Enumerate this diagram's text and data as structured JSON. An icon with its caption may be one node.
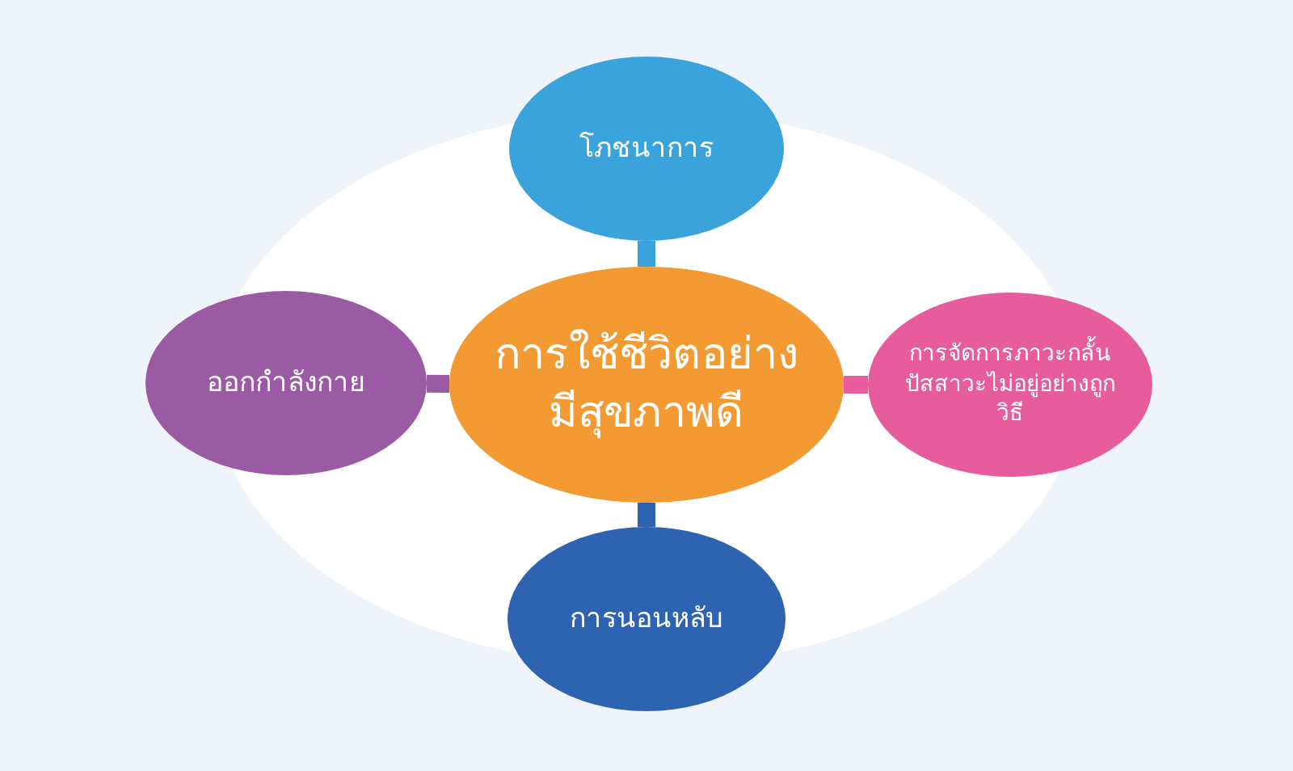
{
  "diagram": {
    "nodes": [
      {
        "text": [
          "การใช้ชีวิตอย่างมีสุขภาพดี"
        ]
      },
      {
        "text": [
          "โภชนาการ"
        ]
      },
      {
        "text": [
          "ออกกำลังกาย"
        ]
      },
      {
        "text": [
          "การจัดการภาวะกลั้นปัสสาวะไม่อยู่อย่างถูกวิธี"
        ]
      },
      {
        "text": [
          "การนอนหลับ"
        ]
      }
    ],
    "edges": [
      {
        "from": 0,
        "to": 1,
        "arrow": "none",
        "color": "#3aa3dc"
      },
      {
        "from": 0,
        "to": 2,
        "arrow": "none",
        "color": "#9b5aa4"
      },
      {
        "from": 0,
        "to": 3,
        "arrow": "none",
        "color": "#e65c9c"
      },
      {
        "from": 0,
        "to": 4,
        "arrow": "none",
        "color": "#2d63b0"
      }
    ]
  }
}
